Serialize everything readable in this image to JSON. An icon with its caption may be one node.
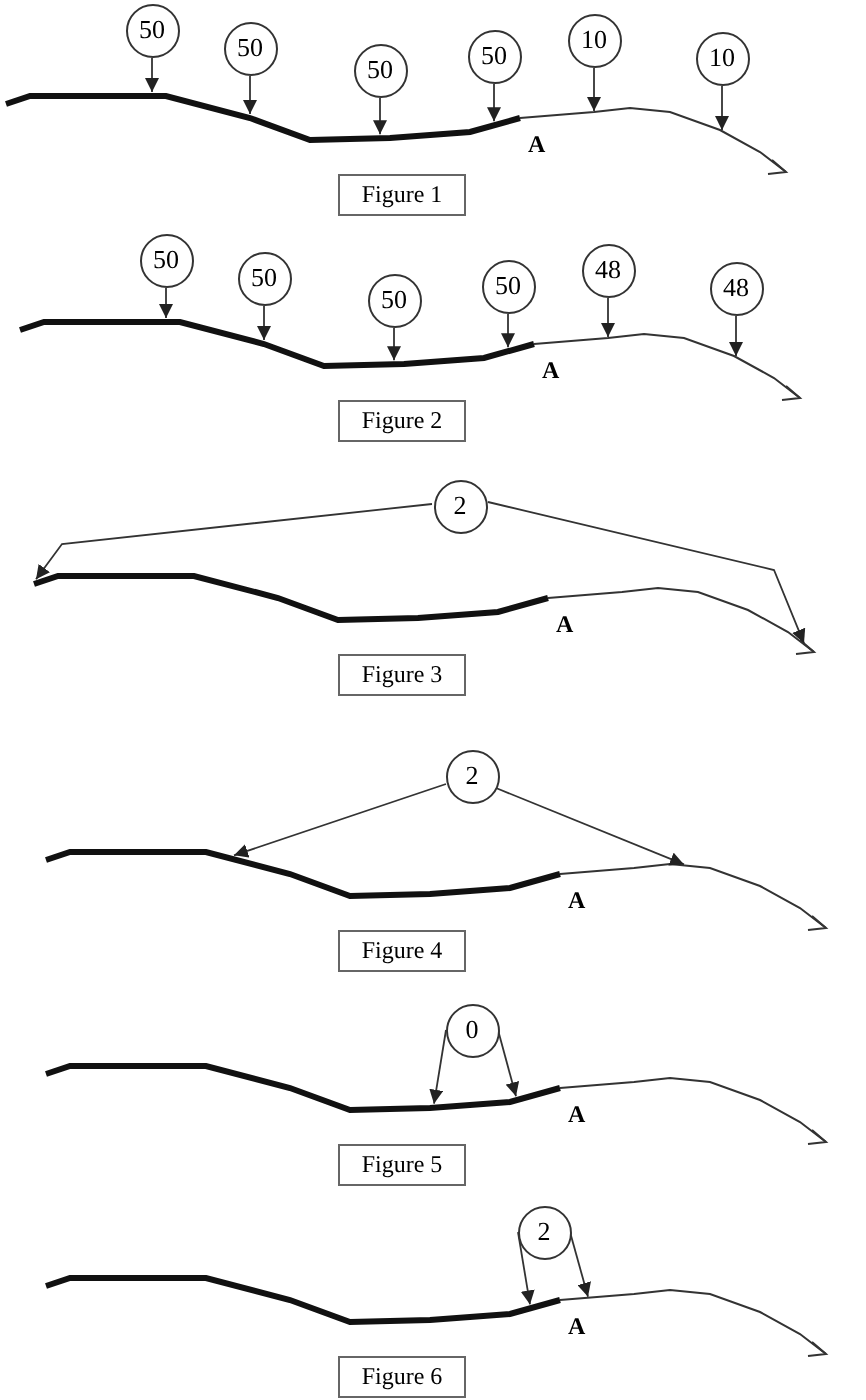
{
  "diagram": {
    "nodes": [
      {
        "text": [
          "50"
        ]
      },
      {
        "text": [
          "50"
        ]
      },
      {
        "text": [
          "50"
        ]
      },
      {
        "text": [
          "50"
        ]
      },
      {
        "text": [
          "10"
        ]
      },
      {
        "text": [
          "10"
        ]
      },
      {
        "text": [],
        "shape": "line"
      },
      {
        "text": [],
        "shape": "line"
      },
      {
        "text": [
          "Figure 1"
        ]
      },
      {
        "text": [
          "50"
        ]
      },
      {
        "text": [
          "50"
        ]
      },
      {
        "text": [
          "50"
        ]
      },
      {
        "text": [
          "50"
        ]
      },
      {
        "text": [
          "48"
        ]
      },
      {
        "text": [
          "48"
        ]
      },
      {
        "text": [],
        "shape": "line"
      },
      {
        "text": [],
        "shape": "line"
      },
      {
        "text": [
          "Figure 2"
        ]
      },
      {
        "text": [
          "2"
        ]
      },
      {
        "text": [],
        "shape": "line"
      },
      {
        "text": [],
        "shape": "line"
      },
      {
        "text": [
          "Figure 3"
        ]
      },
      {
        "text": [
          "2"
        ]
      },
      {
        "text": [],
        "shape": "line"
      },
      {
        "text": [],
        "shape": "line"
      },
      {
        "text": [
          "Figure 4"
        ]
      },
      {
        "text": [
          "0"
        ]
      },
      {
        "text": [],
        "shape": "line"
      },
      {
        "text": [],
        "shape": "line"
      },
      {
        "text": [
          "Figure 5"
        ]
      },
      {
        "text": [
          "2"
        ]
      },
      {
        "text": [],
        "shape": "line"
      },
      {
        "text": [],
        "shape": "line"
      },
      {
        "text": [
          "Figure 6"
        ]
      }
    ],
    "edges": [
      {
        "from": 0,
        "to": 6,
        "arrow": "to"
      },
      {
        "from": 1,
        "to": 6,
        "arrow": "to"
      },
      {
        "from": 2,
        "to": 6,
        "arrow": "to"
      },
      {
        "from": 3,
        "to": 6,
        "arrow": "to"
      },
      {
        "from": 4,
        "to": 7,
        "arrow": "to"
      },
      {
        "from": 5,
        "to": 7,
        "arrow": "to"
      },
      {
        "from": 9,
        "to": 15,
        "arrow": "to"
      },
      {
        "from": 10,
        "to": 15,
        "arrow": "to"
      },
      {
        "from": 11,
        "to": 15,
        "arrow": "to"
      },
      {
        "from": 12,
        "to": 15,
        "arrow": "to"
      },
      {
        "from": 13,
        "to": 16,
        "arrow": "to"
      },
      {
        "from": 14,
        "to": 16,
        "arrow": "to"
      },
      {
        "from": 18,
        "to": 19,
        "arrow": "to"
      },
      {
        "from": 18,
        "to": 20,
        "arrow": "to"
      },
      {
        "from": 22,
        "to": 23,
        "arrow": "to"
      },
      {
        "from": 22,
        "to": 24,
        "arrow": "to"
      },
      {
        "from": 26,
        "to": 27,
        "arrow": "to"
      },
      {
        "from": 26,
        "to": 27,
        "arrow": "to"
      },
      {
        "from": 30,
        "to": 31,
        "arrow": "to"
      },
      {
        "from": 30,
        "to": 32,
        "arrow": "to"
      }
    ],
    "labels": [
      "A",
      "A",
      "A",
      "A",
      "A",
      "A"
    ]
  }
}
